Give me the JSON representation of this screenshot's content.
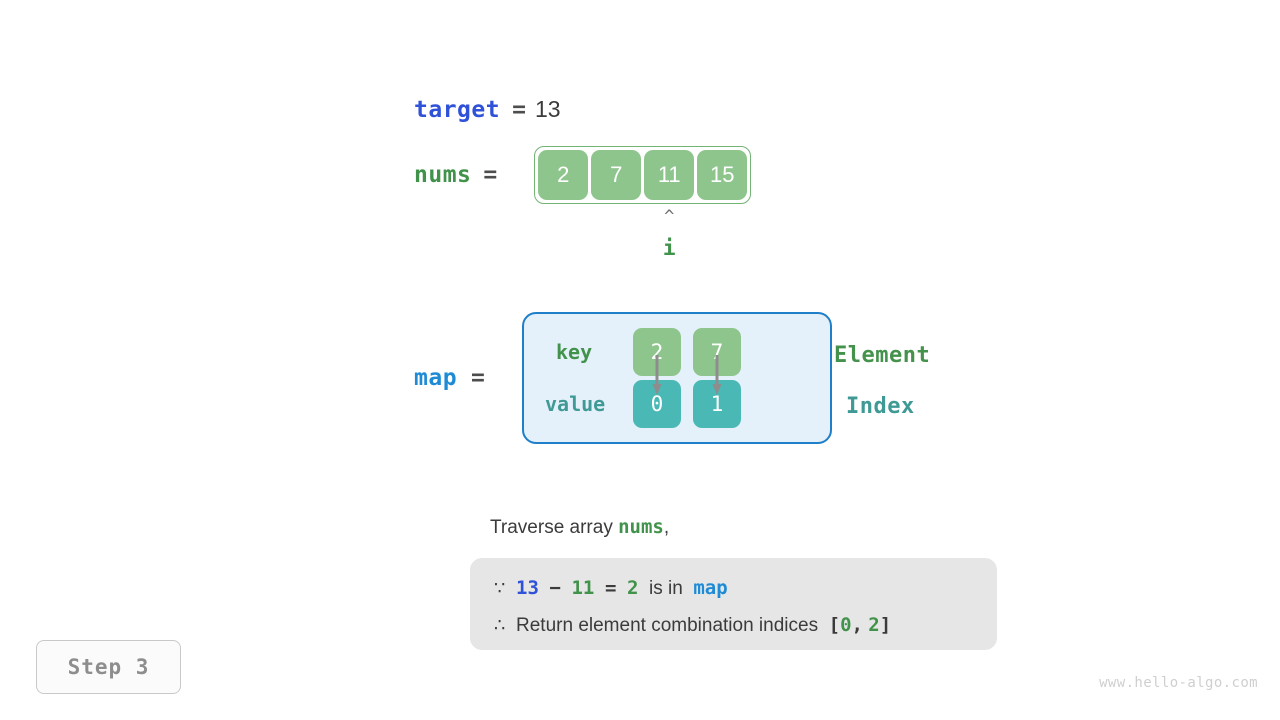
{
  "colors": {
    "target_blue": "#2f52d8",
    "map_blue": "#1f8bd5",
    "green": "#41924a",
    "cell_green": "#8ec58c",
    "teal": "#4ab9b6",
    "teal_text": "#3f9a95",
    "map_bg": "#e4f0fa",
    "map_border": "#1f7fc8",
    "reason_bg": "#e6e6e6",
    "text_gray": "#3b3b3b",
    "pointer_gray": "#6e6e6e"
  },
  "target": {
    "name": "target",
    "equals": "=",
    "value": "13"
  },
  "nums": {
    "name": "nums",
    "equals": "=",
    "cells": [
      "2",
      "7",
      "11",
      "15"
    ],
    "pointer_index": 2,
    "pointer_caret": "^",
    "pointer_label": "i"
  },
  "map": {
    "name": "map",
    "equals": "=",
    "key_label": "key",
    "value_label": "value",
    "keys": [
      "2",
      "7"
    ],
    "values": [
      "0",
      "1"
    ],
    "legend_key": "Element",
    "legend_value": "Index"
  },
  "explanation": {
    "traverse_prefix": "Traverse array ",
    "traverse_var": "nums",
    "traverse_suffix": ",",
    "line1": {
      "because_symbol": "∵",
      "target_value": "13",
      "minus": "−",
      "current_value": "11",
      "eq": "=",
      "complement": "2",
      "is_in": "is in",
      "map_name": "map"
    },
    "line2": {
      "therefore_symbol": "∴",
      "text": "Return element combination indices",
      "bracket_open": "[",
      "index_a": "0",
      "comma": ",",
      "index_b": "2",
      "bracket_close": "]"
    }
  },
  "step": {
    "label": "Step 3"
  },
  "watermark": {
    "text": "www.hello-algo.com"
  }
}
